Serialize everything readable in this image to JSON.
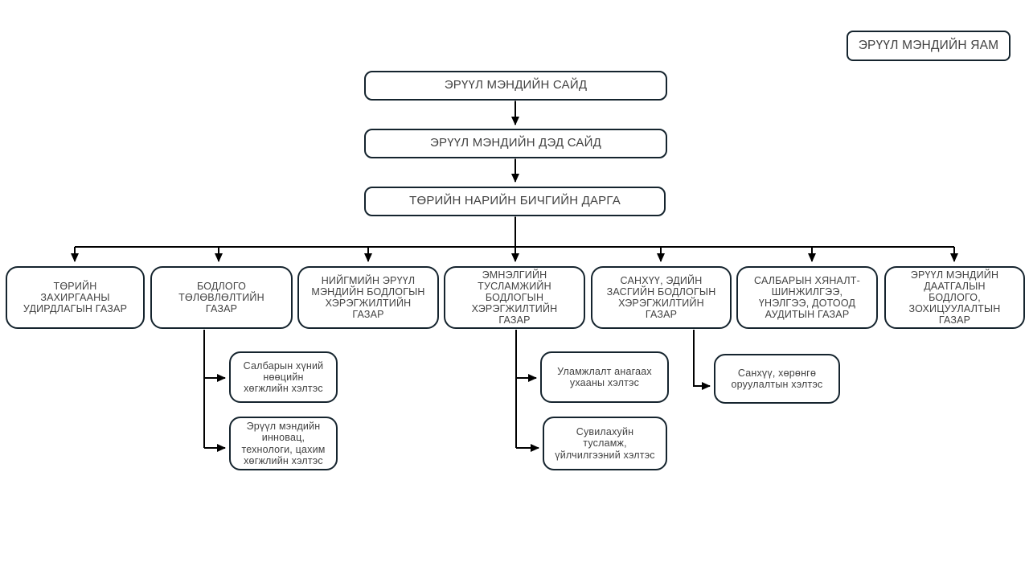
{
  "colors": {
    "background": "#ffffff",
    "box_border": "#15242e",
    "box_fill": "#ffffff",
    "text": "#424242",
    "connector_line": "#000000"
  },
  "ministry_box": {
    "label": "ЭРҮҮЛ МЭНДИЙН ЯАМ"
  },
  "leadership": {
    "minister": {
      "label": "ЭРҮҮЛ МЭНДИЙН САЙД"
    },
    "deputy_minister": {
      "label": "ЭРҮҮЛ МЭНДИЙН ДЭД САЙД"
    },
    "state_secretary": {
      "label": "ТӨРИЙН НАРИЙН БИЧГИЙН ДАРГА"
    }
  },
  "departments": [
    {
      "label": "ТӨРИЙН\nЗАХИРГААНЫ\nУДИРДЛАГЫН ГАЗАР"
    },
    {
      "label": "БОДЛОГО\nТӨЛӨВЛӨЛТИЙН\nГАЗАР"
    },
    {
      "label": "НИЙГМИЙН ЭРҮҮЛ\nМЭНДИЙН БОДЛОГЫН\nХЭРЭГЖИЛТИЙН\nГАЗАР"
    },
    {
      "label": "ЭМНЭЛГИЙН\nТУСЛАМЖИЙН\nБОДЛОГЫН\nХЭРЭГЖИЛТИЙН\nГАЗАР"
    },
    {
      "label": "САНХҮҮ, ЭДИЙН\nЗАСГИЙН БОДЛОГЫН\nХЭРЭГЖИЛТИЙН\nГАЗАР"
    },
    {
      "label": "САЛБАРЫН ХЯНАЛТ-\nШИНЖИЛГЭЭ,\nҮНЭЛГЭЭ, ДОТООД\nАУДИТЫН ГАЗАР"
    },
    {
      "label": "ЭРҮҮЛ МЭНДИЙН\nДААТГАЛЫН\nБОДЛОГО,\nЗОХИЦУУЛАЛТЫН\nГАЗАР"
    }
  ],
  "divisions": [
    {
      "label": "Салбарын хүний\nнөөцийн\nхөгжлийн хэлтэс",
      "parent_department_index": 1
    },
    {
      "label": "Эрүүл мэндийн\nинновац,\nтехнологи, цахим\nхөгжлийн хэлтэс",
      "parent_department_index": 1
    },
    {
      "label": "Уламжлалт анагаах\nухааны хэлтэс",
      "parent_department_index": 3
    },
    {
      "label": "Сувилахуйн\nтусламж,\nүйлчилгээний хэлтэс",
      "parent_department_index": 3
    },
    {
      "label": "Санхүү, хөрөнгө\nоруулалтын хэлтэс",
      "parent_department_index": 4
    }
  ]
}
